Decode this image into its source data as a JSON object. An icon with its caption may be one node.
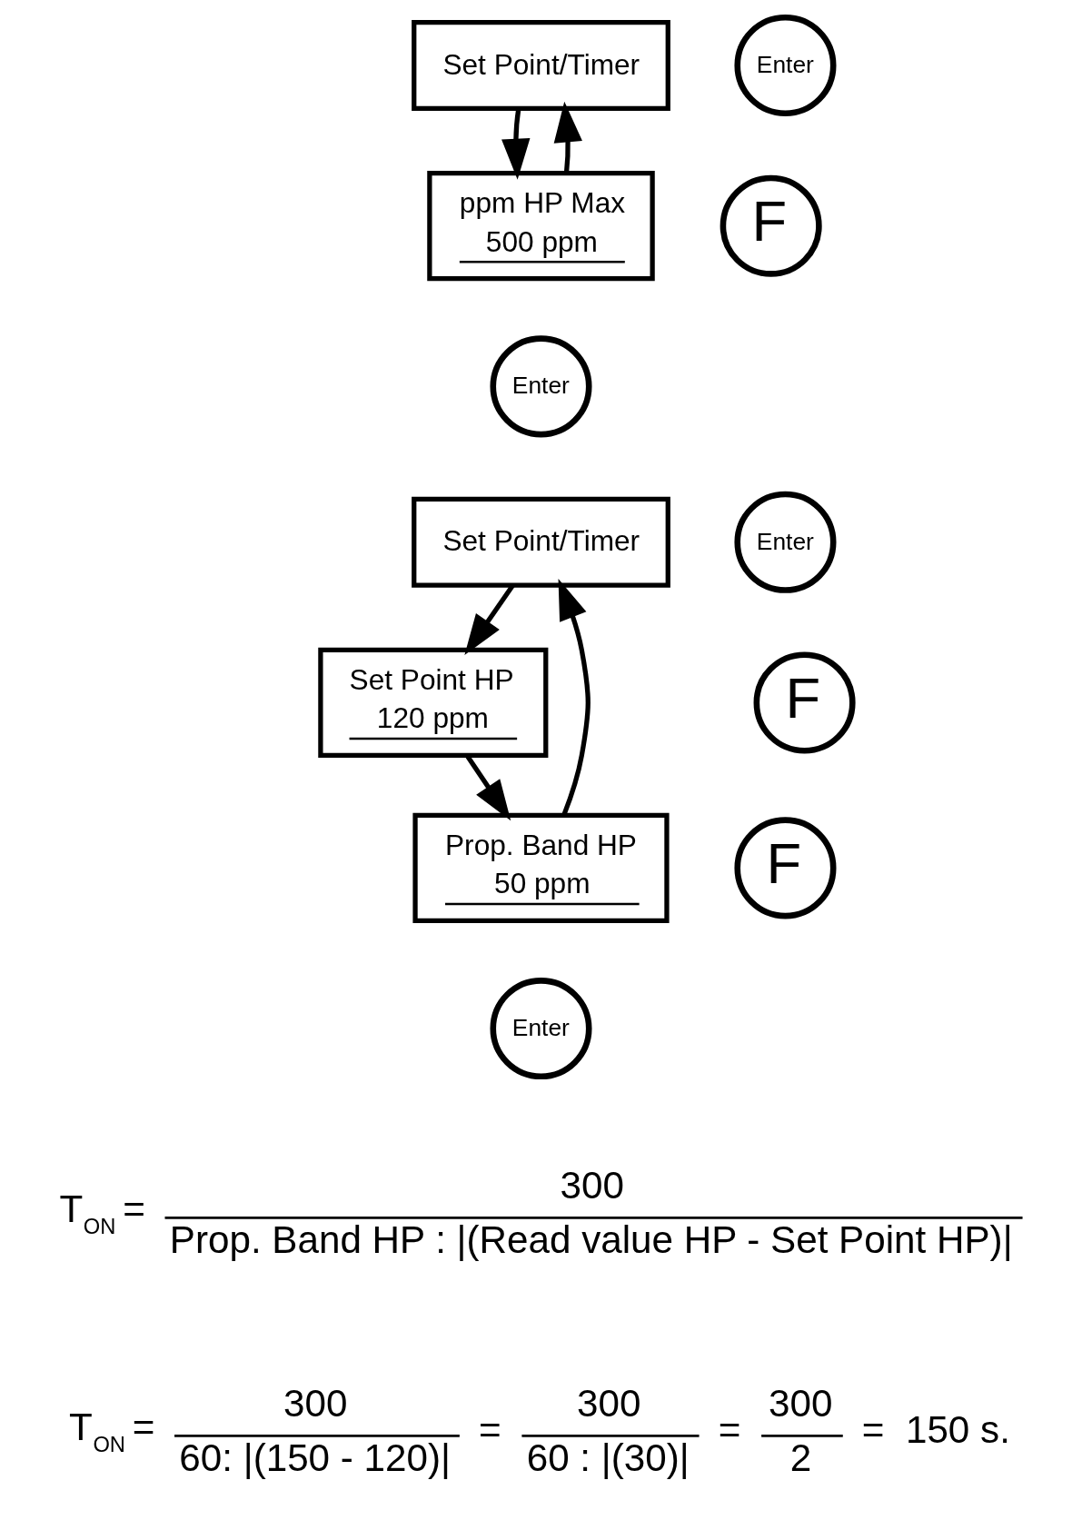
{
  "diagram": {
    "nodes": [
      {
        "text": [
          "Set Point/Timer"
        ]
      },
      {
        "text": [
          "Enter"
        ]
      },
      {
        "text": [
          "F"
        ]
      },
      {
        "text": [
          "ppm HP Max",
          "500 ppm"
        ]
      },
      {
        "text": [
          "Enter"
        ]
      },
      {
        "text": [
          "Set Point/Timer"
        ]
      },
      {
        "text": [
          "Enter"
        ]
      },
      {
        "text": [
          "F"
        ]
      },
      {
        "text": [
          "Set Point HP",
          "120 ppm"
        ]
      },
      {
        "text": [
          "F"
        ]
      },
      {
        "text": [
          "Prop. Band HP",
          "50 ppm"
        ]
      },
      {
        "text": [
          "Enter"
        ]
      }
    ],
    "edges": [
      {
        "from": 0,
        "to": 3,
        "arrow": "to"
      },
      {
        "from": 3,
        "to": 0,
        "arrow": "to"
      },
      {
        "from": 5,
        "to": 8,
        "arrow": "to"
      },
      {
        "from": 8,
        "to": 10,
        "arrow": "to"
      },
      {
        "from": 10,
        "to": 5,
        "arrow": "to"
      }
    ],
    "labels": [
      "T$_{ON}$ =",
      "300",
      "Prop. Band HP : |(Read value HP - Set Point HP)|",
      "T$_{ON}$ =",
      "300",
      "60: |(150 - 120)|",
      "=",
      "300",
      "60 : |(30)|",
      "=",
      "300",
      "2",
      "=  150 s."
    ]
  }
}
